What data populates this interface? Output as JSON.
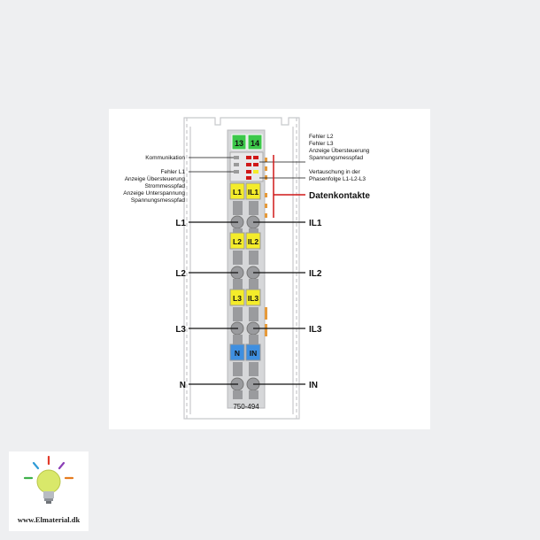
{
  "module": {
    "part_number": "750-494",
    "top_terminals": [
      "13",
      "14"
    ],
    "terminal_pairs": [
      {
        "left": "L1",
        "right": "IL1",
        "color": "yellow"
      },
      {
        "left": "L2",
        "right": "IL2",
        "color": "yellow"
      },
      {
        "left": "L3",
        "right": "IL3",
        "color": "yellow"
      },
      {
        "left": "N",
        "right": "IN",
        "color": "blue"
      }
    ]
  },
  "annotations": {
    "left": {
      "kommunikation": "Kommunikation",
      "fehler_l1": "Fehler L1",
      "anzeige_ueber_strom": "Anzeige Übersteuerung",
      "strommesspfad": "Strommesspfad",
      "anzeige_unter": "Anzeige Unterspannung",
      "spannungsmesspfad": "Spannungsmesspfad"
    },
    "right": {
      "fehler_l2": "Fehler L2",
      "fehler_l3": "Fehler L3",
      "anzeige_ueber_spannung": "Anzeige Übersteuerung",
      "spannungsmesspfad": "Spannungsmesspfad",
      "vertauschung": "Vertauschung in der",
      "phasenfolge": "Phasenfolge L1-L2-L3",
      "datenkontakte": "Datenkontakte"
    }
  },
  "wires": {
    "left": [
      "L1",
      "L2",
      "L3",
      "N"
    ],
    "right": [
      "IL1",
      "IL2",
      "IL3",
      "IN"
    ]
  },
  "logo": {
    "text": "www.Elmaterial.dk"
  },
  "colors": {
    "green": "#3cc84a",
    "yellow": "#f4ec2a",
    "blue": "#3f8fe0",
    "red_marker": "#d01818",
    "orange": "#e69a3a",
    "module_gray": "#d6d7d9"
  }
}
